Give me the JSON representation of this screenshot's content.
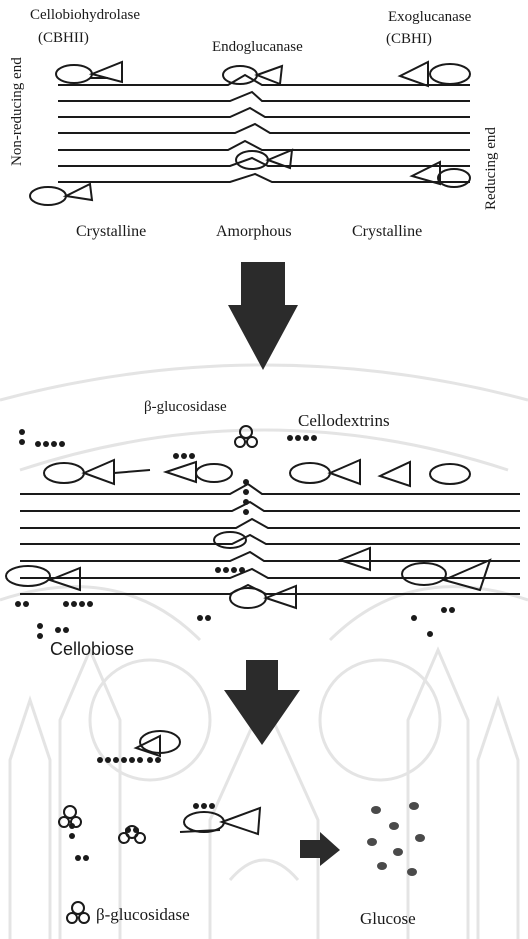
{
  "top": {
    "cbh2_name": "Cellobiohydrolase",
    "cbh2_abbr": "(CBHII)",
    "endo": "Endoglucanase",
    "exo_name": "Exoglucanase",
    "exo_abbr": "(CBHI)",
    "non_reducing": "Non-reducing end",
    "reducing": "Reducing end",
    "crystalline_left": "Crystalline",
    "amorphous": "Amorphous",
    "crystalline_right": "Crystalline"
  },
  "middle": {
    "bgluc": "β-glucosidase",
    "cellodextrins": "Cellodextrins",
    "cellobiose": "Cellobiose"
  },
  "bottom": {
    "bgluc": "β-glucosidase",
    "glucose": "Glucose"
  },
  "colors": {
    "ink": "#1a1a1a",
    "arrow": "#2b2b2b",
    "watermark": "#e6e6e6"
  }
}
